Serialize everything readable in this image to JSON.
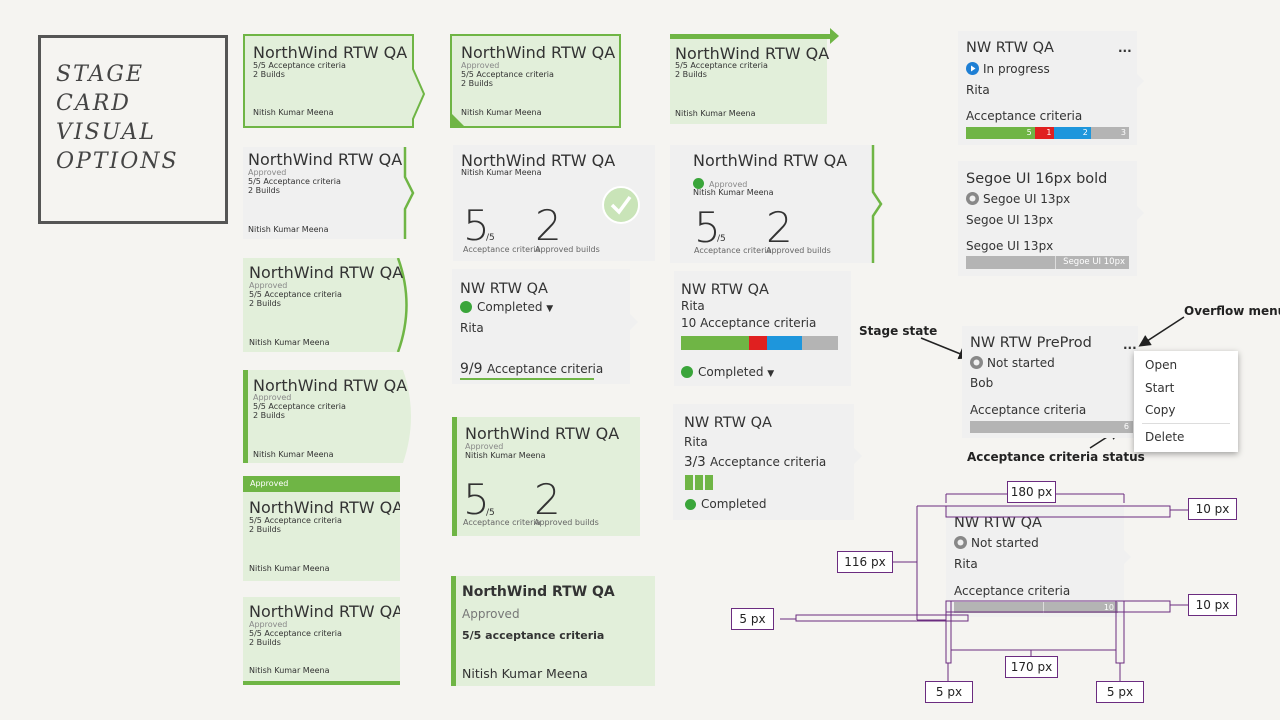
{
  "title": {
    "l1": "STAGE",
    "l2": "CARD",
    "l3": "VISUAL",
    "l4": "OPTIONS"
  },
  "long_name": "NorthWind RTW QA",
  "short_name": "NW RTW QA",
  "approved": "Approved",
  "criteria_5_5": "5/5 Acceptance criteria",
  "builds": "2 Builds",
  "owner": "Nitish Kumar Meena",
  "n5": "5",
  "of5": "/5",
  "n2": "2",
  "acc_criteria_lbl": "Acceptance criteria",
  "approved_builds_lbl": "Approved builds",
  "completed": "Completed",
  "in_progress": "In progress",
  "not_started": "Not started",
  "rita": "Rita",
  "bob": "Bob",
  "nine": "9/9",
  "three": "3/3",
  "ten_criteria": "10 Acceptance criteria",
  "criteria_label": "Acceptance criteria",
  "acc_criteria_lower": "5/5 acceptance criteria",
  "overflow": "...",
  "seg": {
    "a": "5",
    "b": "1",
    "c": "2",
    "d": "3"
  },
  "font_specs": {
    "h": "Segoe UI 16px bold",
    "s13": "Segoe UI 13px",
    "s10": "Segoe UI 10px"
  },
  "preprod": "NW RTW PreProd",
  "six": "6",
  "ten": "10",
  "menu": {
    "open": "Open",
    "start": "Start",
    "copy": "Copy",
    "delete": "Delete"
  },
  "annotations": {
    "state": "Stage state",
    "overflow": "Overflow menu",
    "status": "Acceptance criteria status"
  },
  "dims": {
    "w180": "180 px",
    "w10a": "10 px",
    "h116": "116 px",
    "w5a": "5 px",
    "w10b": "10 px",
    "w170": "170 px",
    "w5b": "5 px",
    "w5c": "5 px"
  },
  "colors": {
    "green": "#6fb545",
    "light_green": "#e2efda",
    "red": "#e02020",
    "blue": "#1e96dc",
    "gray": "#b4b4b4",
    "purple": "#6b2c80"
  }
}
